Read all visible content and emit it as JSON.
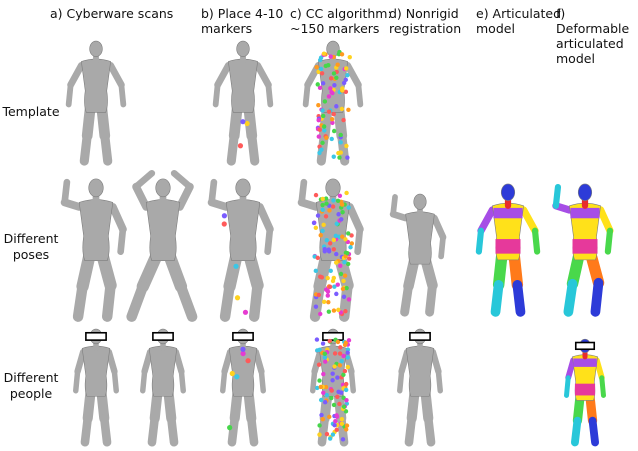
{
  "columns": [
    {
      "id": "a",
      "label": "a) Cyberware scans"
    },
    {
      "id": "b",
      "label": "b)  Place 4-10\nmarkers"
    },
    {
      "id": "c",
      "label": "c) CC algorithm:\n~150 markers"
    },
    {
      "id": "d",
      "label": "d) Nonrigid\nregistration"
    },
    {
      "id": "e",
      "label": "e) Articulated\nmodel"
    },
    {
      "id": "f",
      "label": "f) Deformable\narticulated\nmodel"
    }
  ],
  "rows": [
    {
      "id": "template",
      "label": "Template"
    },
    {
      "id": "poses",
      "label": "Different\nposes"
    },
    {
      "id": "people",
      "label": "Different\npeople"
    }
  ],
  "colors": {
    "mesh": "#a9a9a9",
    "mesh_edge": "#7d7d7d",
    "background": "#ffffff",
    "marker_palette": [
      "#e63bd1",
      "#3bc7e6",
      "#ffd21f",
      "#46d64a",
      "#7a5cff",
      "#ff5a5a",
      "#ff9a1f"
    ],
    "part_palette": [
      "#2d3bd8",
      "#ffe11a",
      "#e6399b",
      "#28c7d9",
      "#49d84b",
      "#ff7a1a",
      "#a64de6",
      "#e82c2c"
    ]
  }
}
